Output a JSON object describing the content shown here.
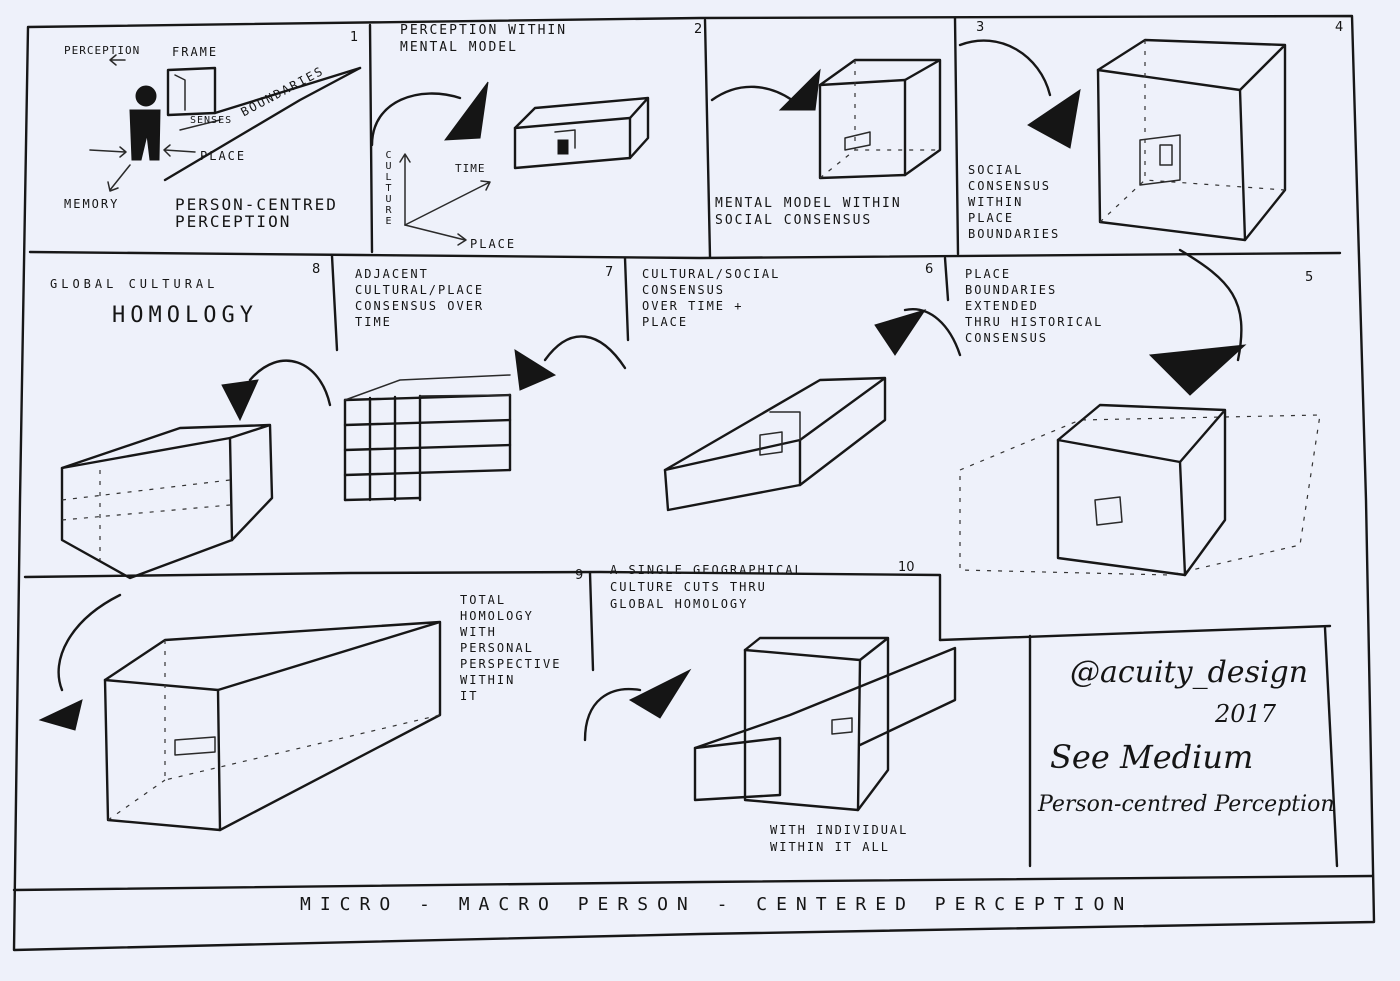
{
  "panels": [
    {
      "number": "1",
      "caption": "Person-centred\nperception",
      "labels": {
        "perception": "Perception",
        "frame": "Frame",
        "senses": "senses",
        "boundaries": "Boundaries",
        "place": "Place",
        "memory": "Memory"
      }
    },
    {
      "number": "2",
      "caption": "Perception within\nmental model",
      "labels": {
        "culture": "Culture",
        "time": "Time",
        "place": "Place"
      }
    },
    {
      "number": "3",
      "caption": "Mental model within\nsocial consensus"
    },
    {
      "number": "4",
      "caption": "Social\nconsensus\nwithin\nplace\nboundaries"
    },
    {
      "number": "5",
      "caption": "Place\nboundaries\nextended\nthru historical\nconsensus"
    },
    {
      "number": "6",
      "caption": "Cultural/social\nconsensus\nover time +\nplace"
    },
    {
      "number": "7",
      "caption": "Adjacent\ncultural/place\nconsensus over\ntime"
    },
    {
      "number": "8",
      "caption": "Global cultural",
      "caption_big": "Homology"
    },
    {
      "number": "9",
      "caption": "Total\nhomology\nwith\npersonal\nperspective\nwithin\nit"
    },
    {
      "number": "10",
      "caption": "A single geographical\nculture cuts thru\nglobal homology",
      "note": "With individual\nwithin it all"
    }
  ],
  "signature": {
    "handle": "@acuity_design",
    "year": "2017",
    "line1": "See Medium",
    "line2": "Person-centred Perception"
  },
  "footer_title": "Micro - macro   person - centered   perception"
}
